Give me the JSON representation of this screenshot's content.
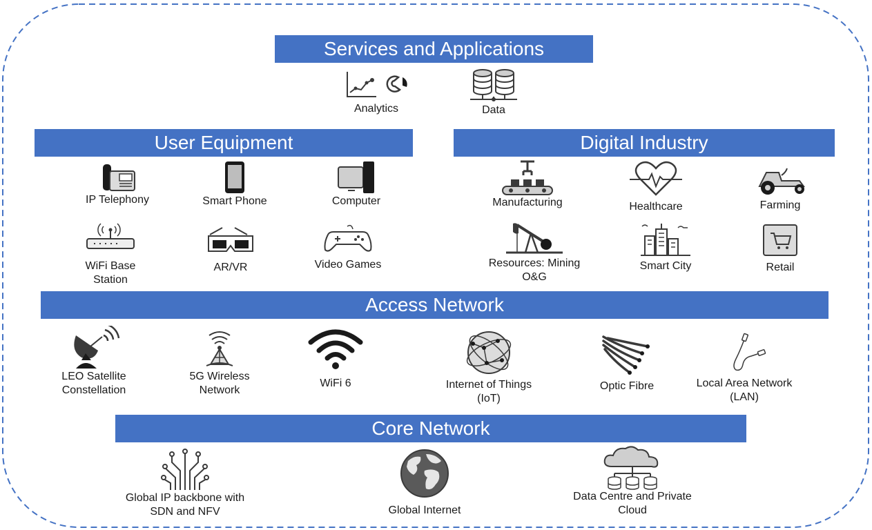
{
  "sections": {
    "services": {
      "title": "Services and Applications",
      "items": [
        {
          "label": "Analytics",
          "icon": "analytics-icon"
        },
        {
          "label": "Data",
          "icon": "database-icon"
        }
      ]
    },
    "user_equipment": {
      "title": "User Equipment",
      "items": [
        {
          "label": "IP Telephony",
          "icon": "ip-phone-icon"
        },
        {
          "label": "Smart Phone",
          "icon": "smartphone-icon"
        },
        {
          "label": "Computer",
          "icon": "computer-icon"
        },
        {
          "label_line1": "WiFi Base",
          "label_line2": "Station",
          "icon": "wifi-router-icon"
        },
        {
          "label": "AR/VR",
          "icon": "vr-goggles-icon"
        },
        {
          "label": "Video Games",
          "icon": "gamepad-icon"
        }
      ]
    },
    "digital_industry": {
      "title": "Digital Industry",
      "items": [
        {
          "label": "Manufacturing",
          "icon": "robot-arm-conveyor-icon"
        },
        {
          "label": "Healthcare",
          "icon": "heartbeat-icon"
        },
        {
          "label": "Farming",
          "icon": "tractor-icon"
        },
        {
          "label_line1": "Resources: Mining",
          "label_line2": "O&G",
          "icon": "oil-pump-icon"
        },
        {
          "label": "Smart City",
          "icon": "city-buildings-icon"
        },
        {
          "label": "Retail",
          "icon": "shopping-cart-tablet-icon"
        }
      ]
    },
    "access_network": {
      "title": "Access Network",
      "items": [
        {
          "label_line1": "LEO Satellite",
          "label_line2": "Constellation",
          "icon": "satellite-dish-icon"
        },
        {
          "label_line1": "5G Wireless",
          "label_line2": "Network",
          "icon": "cell-tower-icon"
        },
        {
          "label": "WiFi 6",
          "icon": "wifi-icon"
        },
        {
          "label_line1": "Internet of Things",
          "label_line2": "(IoT)",
          "icon": "iot-globe-icon"
        },
        {
          "label": "Optic Fibre",
          "icon": "optic-fibre-icon"
        },
        {
          "label_line1": "Local Area Network",
          "label_line2": "(LAN)",
          "icon": "lan-cable-icon"
        }
      ]
    },
    "core_network": {
      "title": "Core Network",
      "items": [
        {
          "label_line1": "Global IP backbone with",
          "label_line2": "SDN and NFV",
          "icon": "circuit-icon"
        },
        {
          "label": "Global Internet",
          "icon": "globe-icon"
        },
        {
          "label_line1": "Data Centre and Private",
          "label_line2": "Cloud",
          "icon": "cloud-datacentre-icon"
        }
      ]
    }
  },
  "colors": {
    "bar": "#4472c4",
    "border": "#4472c4",
    "text": "#1a1a1a",
    "icon": "#3a3a3a"
  }
}
